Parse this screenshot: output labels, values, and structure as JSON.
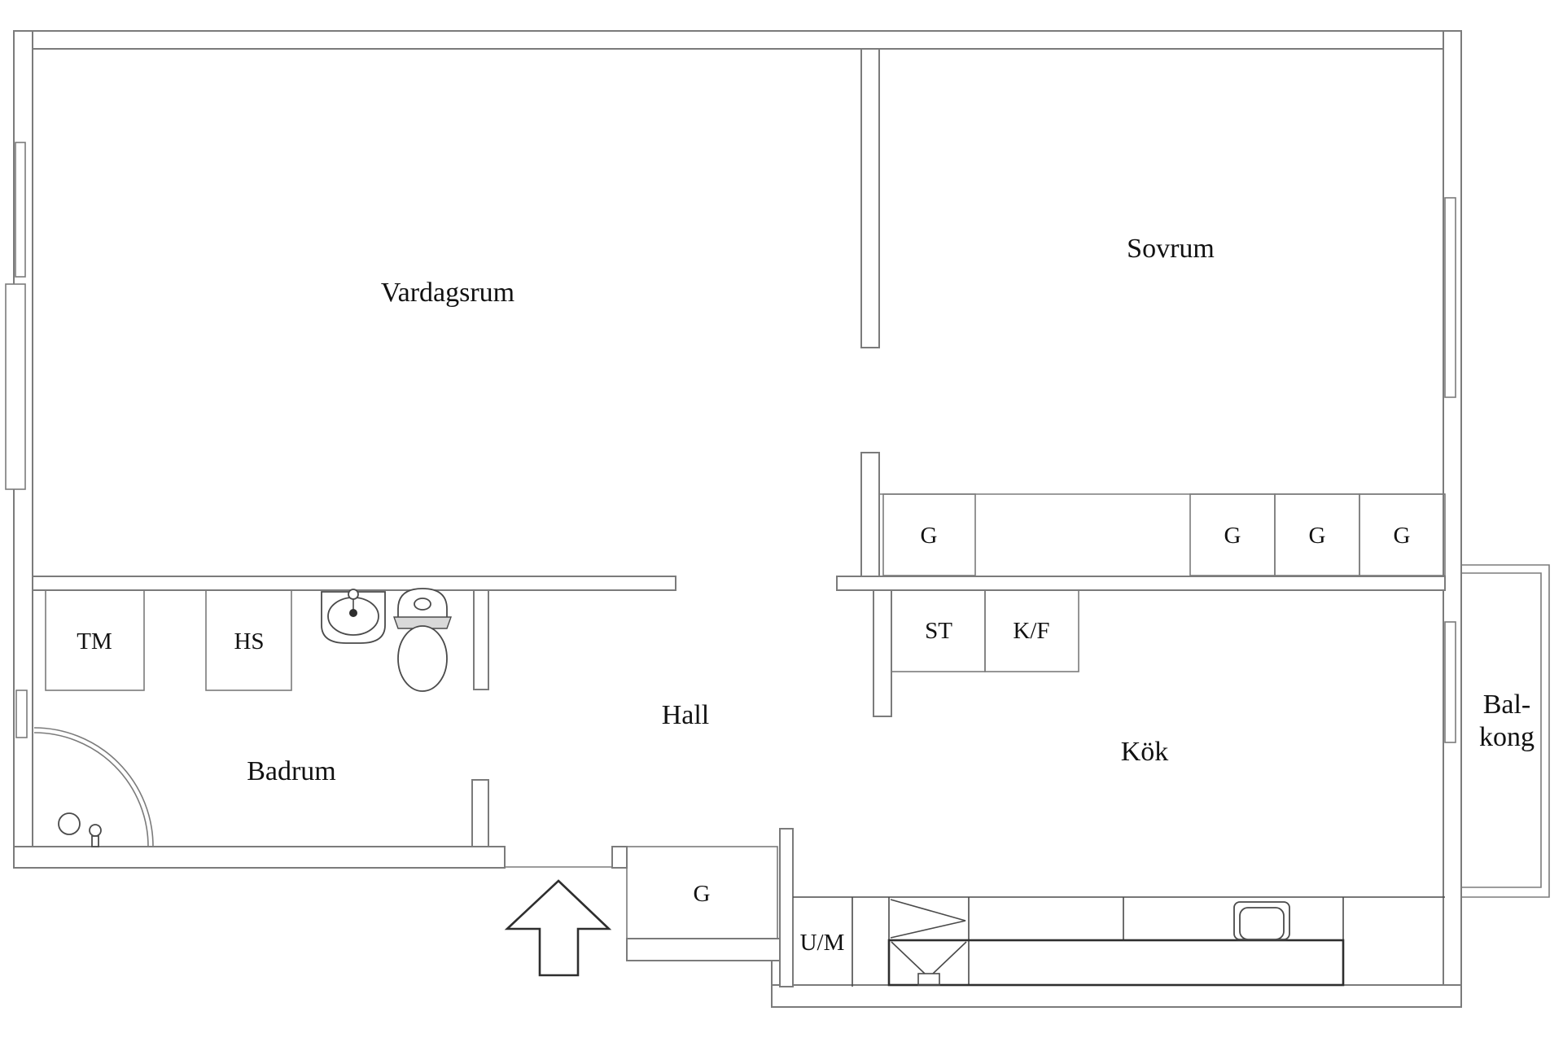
{
  "colors": {
    "background": "#ffffff",
    "line": "#7b7b7b",
    "fixture": "#4a4a4a",
    "dark": "#2e2e2e",
    "text": "#111111"
  },
  "rooms": {
    "vardagsrum": "Vardagsrum",
    "sovrum": "Sovrum",
    "hall": "Hall",
    "badrum": "Badrum",
    "kok": "Kök",
    "balkong_line1": "Bal-",
    "balkong_line2": "kong"
  },
  "fixtures": {
    "tm": "TM",
    "hs": "HS",
    "st": "ST",
    "kf": "K/F",
    "um": "U/M",
    "g_hall": "G",
    "g_kitchen": "G",
    "g_sovrum_1": "G",
    "g_sovrum_2": "G",
    "g_sovrum_3": "G"
  }
}
